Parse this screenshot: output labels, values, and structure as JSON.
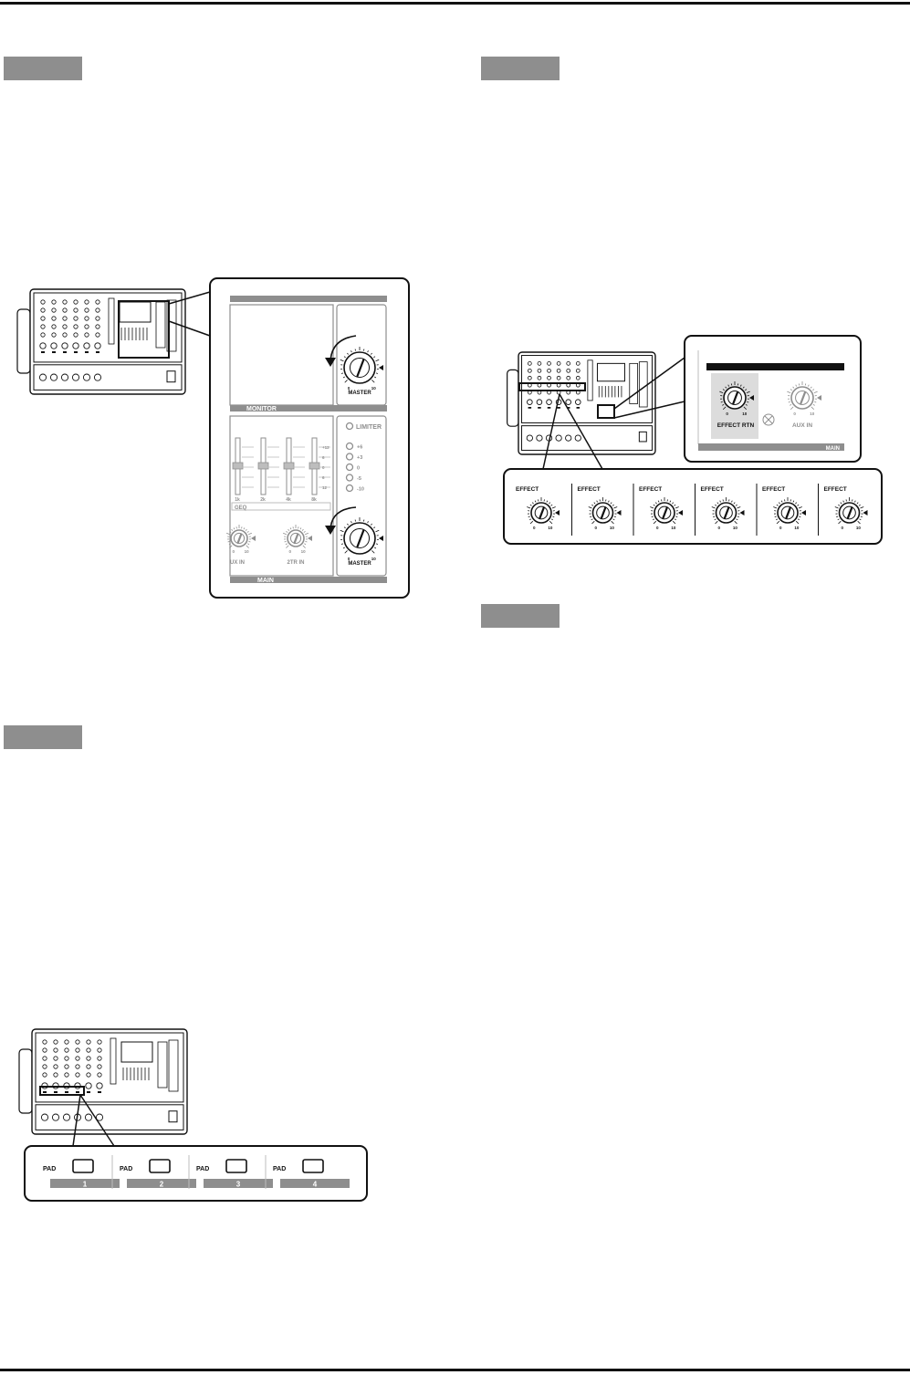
{
  "colors": {
    "ink": "#111111",
    "panel_gray": "#8e8e8e",
    "light_gray": "#bdbdbd",
    "highlight": "#dcdcdc"
  },
  "fig_master": {
    "monitor_label": "MONITOR",
    "main_label": "MAIN",
    "master_label_top": "MASTER",
    "master_label_bottom": "MASTER",
    "limiter_label": "LIMITER",
    "meter_scale": [
      "+6",
      "+3",
      "0",
      "-5",
      "-10"
    ],
    "fader_scale": [
      "+12",
      "6",
      "0",
      "6",
      "12"
    ],
    "fader_bands": [
      "1k",
      "2k",
      "4k",
      "8k"
    ],
    "geq_label": "GEQ",
    "aux_in_label": "UX IN",
    "two_tr_in_label": "2TR  IN",
    "knob_min": "0",
    "knob_max": "10"
  },
  "fig_effect": {
    "effect_rtn_label": "EFFECT RTN",
    "aux_in_label": "AUX IN",
    "main_label": "MAIN",
    "channel_label": "EFFECT",
    "channel_count": 6,
    "knob_min": "0",
    "knob_max": "10"
  },
  "fig_pad": {
    "pad_label": "PAD",
    "channels": [
      "1",
      "2",
      "3",
      "4"
    ]
  }
}
